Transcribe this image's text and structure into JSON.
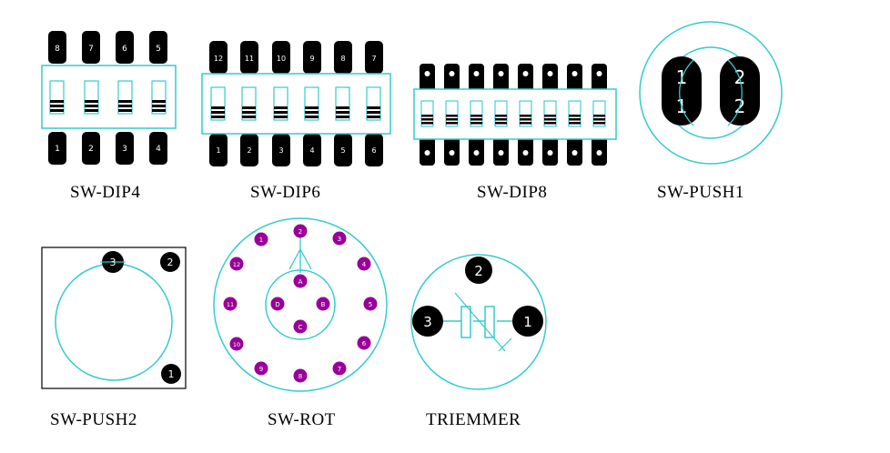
{
  "components": {
    "dip4": {
      "caption": "SW-DIP4",
      "top_pins": [
        "8",
        "7",
        "6",
        "5"
      ],
      "bottom_pins": [
        "1",
        "2",
        "3",
        "4"
      ]
    },
    "dip6": {
      "caption": "SW-DIP6",
      "top_pins": [
        "12",
        "11",
        "10",
        "9",
        "8",
        "7"
      ],
      "bottom_pins": [
        "1",
        "2",
        "3",
        "4",
        "5",
        "6"
      ]
    },
    "dip8": {
      "caption": "SW-DIP8"
    },
    "push1": {
      "caption": "SW-PUSH1",
      "pins": [
        "1",
        "1",
        "2",
        "2"
      ]
    },
    "push2": {
      "caption": "SW-PUSH2",
      "pins": [
        "3",
        "2",
        "1"
      ]
    },
    "rot": {
      "caption": "SW-ROT",
      "outer_pins": [
        "2",
        "3",
        "4",
        "5",
        "6",
        "7",
        "8",
        "9",
        "10",
        "11",
        "12",
        "1"
      ],
      "inner_pins": [
        "A",
        "B",
        "C",
        "D"
      ]
    },
    "triemmer": {
      "caption": "TRIEMMER",
      "pins": [
        "2",
        "3",
        "1"
      ]
    }
  },
  "colors": {
    "outline": "#33cccc",
    "pad": "#000000",
    "rot_pad": "#990099",
    "pad_text": "#ffffff",
    "background": "#ffffff"
  }
}
